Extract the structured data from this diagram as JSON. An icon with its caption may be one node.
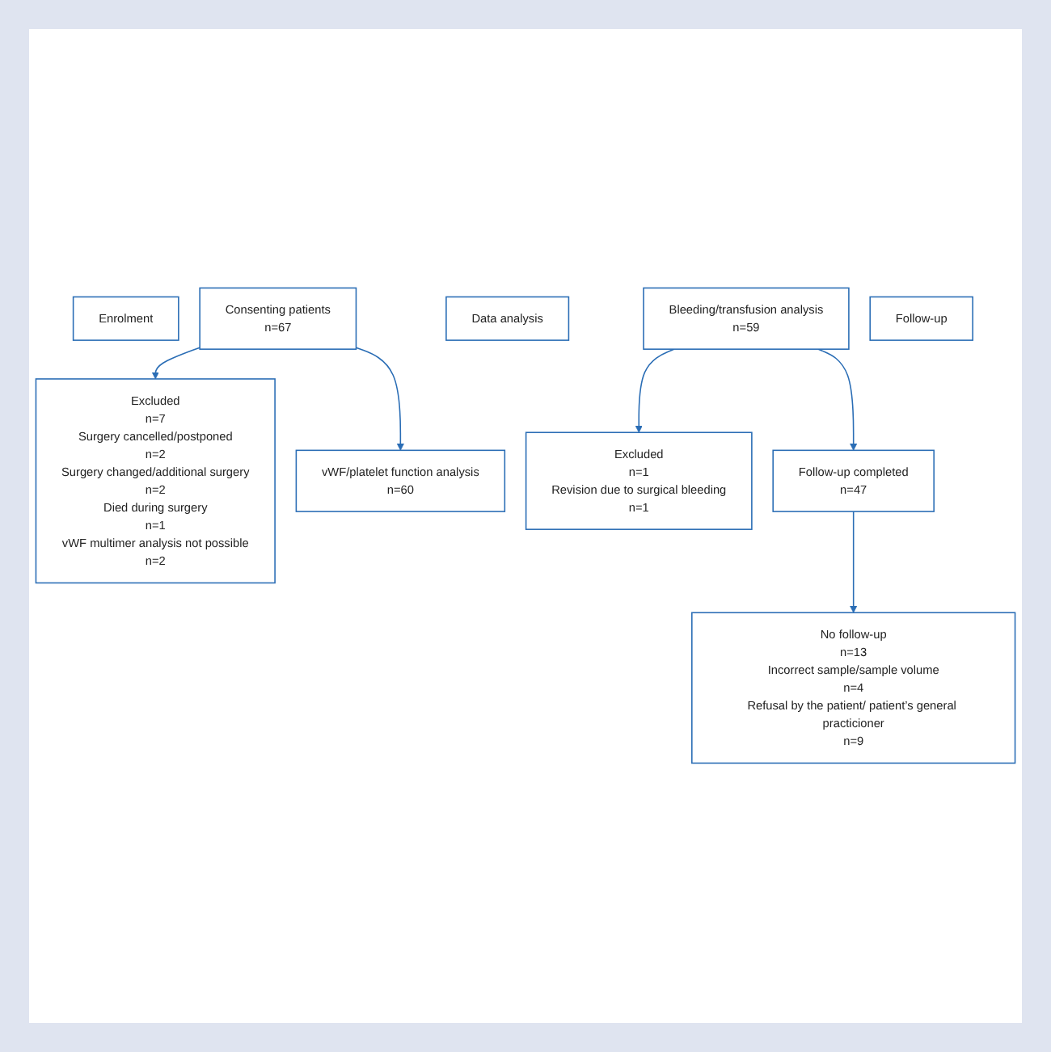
{
  "diagram": {
    "nodes": [
      {
        "text": [
          "Enrolment"
        ]
      },
      {
        "text": [
          "Consenting patients",
          "n=67"
        ]
      },
      {
        "text": [
          "Excluded",
          "n=7",
          "Surgery cancelled/postponed",
          "n=2",
          "Surgery changed/additional surgery",
          "n=2",
          "Died during surgery",
          "n=1",
          "vWF multimer analysis not possible",
          "n=2"
        ]
      },
      {
        "text": [
          "Data analysis"
        ]
      },
      {
        "text": [
          "vWF/platelet function analysis",
          "n=60"
        ]
      },
      {
        "text": [
          "Bleeding/transfusion analysis",
          "n=59"
        ]
      },
      {
        "text": [
          "Excluded",
          "n=1",
          "Revision due to surgical bleeding",
          "n=1"
        ]
      },
      {
        "text": [
          "Follow-up"
        ]
      },
      {
        "text": [
          "Follow-up completed",
          "n=47"
        ]
      },
      {
        "text": [
          "No follow-up",
          "n=13",
          "Incorrect sample/sample volume",
          "n=4",
          "Refusal by the patient/ patient’s general practicioner",
          "n=9"
        ]
      }
    ],
    "edges": [
      {
        "from": 1,
        "to": 2,
        "arrow": "to"
      },
      {
        "from": 1,
        "to": 4,
        "arrow": "to"
      },
      {
        "from": 5,
        "to": 6,
        "arrow": "to"
      },
      {
        "from": 5,
        "to": 8,
        "arrow": "to"
      },
      {
        "from": 8,
        "to": 9,
        "arrow": "to"
      }
    ]
  }
}
